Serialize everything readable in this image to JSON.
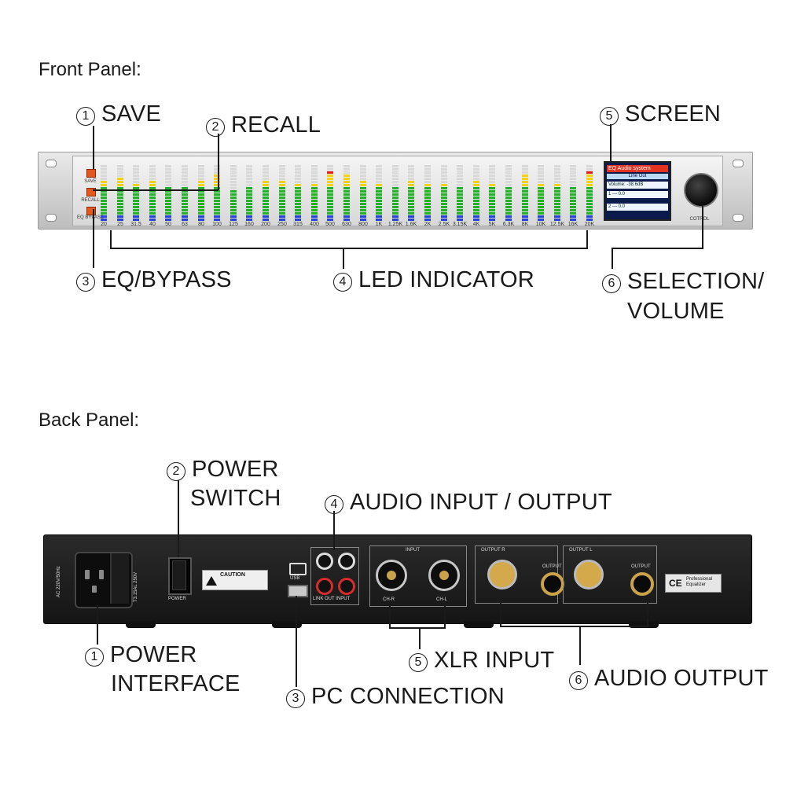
{
  "sections": {
    "front_title": "Front Panel:",
    "back_title": "Back Panel:"
  },
  "front_callouts": {
    "save": {
      "num": "1",
      "text": "SAVE"
    },
    "recall": {
      "num": "2",
      "text": "RECALL"
    },
    "eq_bypass": {
      "num": "3",
      "text": "EQ/BYPASS"
    },
    "led_indicator": {
      "num": "4",
      "text": "LED INDICATOR"
    },
    "screen": {
      "num": "5",
      "text": "SCREEN"
    },
    "selection": {
      "num": "6",
      "text": "SELECTION/",
      "text2": "VOLUME"
    }
  },
  "back_callouts": {
    "power_interface": {
      "num": "1",
      "text": "POWER",
      "text2": "INTERFACE"
    },
    "power_switch": {
      "num": "2",
      "text": "POWER",
      "text2": "SWITCH"
    },
    "pc_connection": {
      "num": "3",
      "text": "PC CONNECTION"
    },
    "audio_io": {
      "num": "4",
      "text": "AUDIO INPUT / OUTPUT"
    },
    "xlr_input": {
      "num": "5",
      "text": "XLR INPUT"
    },
    "audio_output": {
      "num": "6",
      "text": "AUDIO OUTPUT"
    }
  },
  "front_panel": {
    "button_labels": [
      "SAVE",
      "RECALL",
      "EQ BYPASS"
    ],
    "frequencies": [
      "20",
      "25",
      "31.5",
      "40",
      "50",
      "63",
      "80",
      "100",
      "125",
      "160",
      "200",
      "250",
      "315",
      "400",
      "500",
      "630",
      "800",
      "1K",
      "1.25K",
      "1.6K",
      "2K",
      "2.5K",
      "3.15K",
      "4K",
      "5K",
      "6.3K",
      "8K",
      "10K",
      "12.5K",
      "16K",
      "20K"
    ],
    "led_levels": [
      0.72,
      0.78,
      0.64,
      0.7,
      0.6,
      0.62,
      0.7,
      0.82,
      0.55,
      0.6,
      0.7,
      0.74,
      0.68,
      0.66,
      0.88,
      0.84,
      0.7,
      0.66,
      0.62,
      0.7,
      0.66,
      0.64,
      0.6,
      0.72,
      0.68,
      0.62,
      0.82,
      0.66,
      0.64,
      0.62,
      0.9
    ],
    "screen_title": "EQ Audio system",
    "screen_subtitle": "Line Out",
    "screen_rows": [
      "Volume:  -38.6dB",
      "1  ---  0.0",
      "2  ---  0.0"
    ],
    "knob_label": "COTROL",
    "colors": {
      "led_blue": "#2743d6",
      "led_green": "#23b02a",
      "led_yellow": "#f0d21b",
      "led_red": "#e01c1c",
      "button_orange": "#e2581e"
    }
  },
  "back_panel": {
    "iec_label": "AC 220V/50Hz",
    "fuse_label": "T3.15AL 250V",
    "power_label": "POWER",
    "caution_label": "CAUTION",
    "usb_label": "USB",
    "rca_labels": "LINK OUT    INPUT",
    "input_label": "INPUT",
    "ch_r": "CH-R",
    "ch_l": "CH-L",
    "output_r": "OUTPUT R",
    "output_l": "OUTPUT L",
    "output": "OUTPUT",
    "badge": "Professional Equalizer"
  }
}
